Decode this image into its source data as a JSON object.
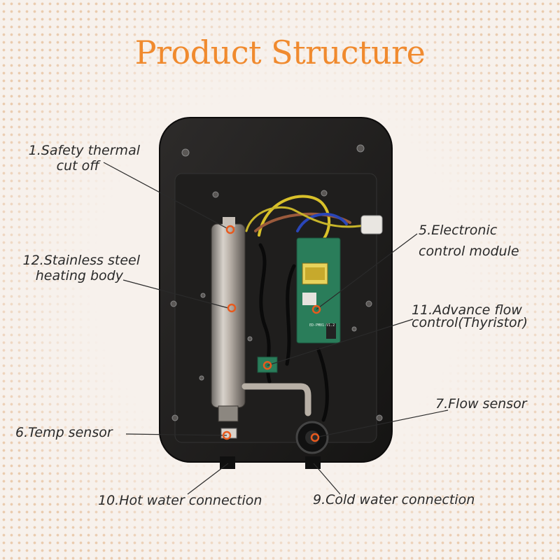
{
  "title": "Product Structure",
  "accent_color": "#f08a2e",
  "marker_color": "#e85a1e",
  "labels": {
    "safety_thermal": [
      "1.Safety thermal",
      "cut off"
    ],
    "heating_body": [
      "12.Stainless steel",
      "heating body"
    ],
    "control_module": [
      "5.Electronic",
      "control module"
    ],
    "flow_control": [
      "11.Advance flow",
      "control(Thyristor)"
    ],
    "flow_sensor": "7.Flow sensor",
    "temp_sensor": "6.Temp sensor",
    "hot_water": "10.Hot water connection",
    "cold_water": "9.Cold water connection"
  },
  "pcb_marking": "ED-PM01-V1.2"
}
